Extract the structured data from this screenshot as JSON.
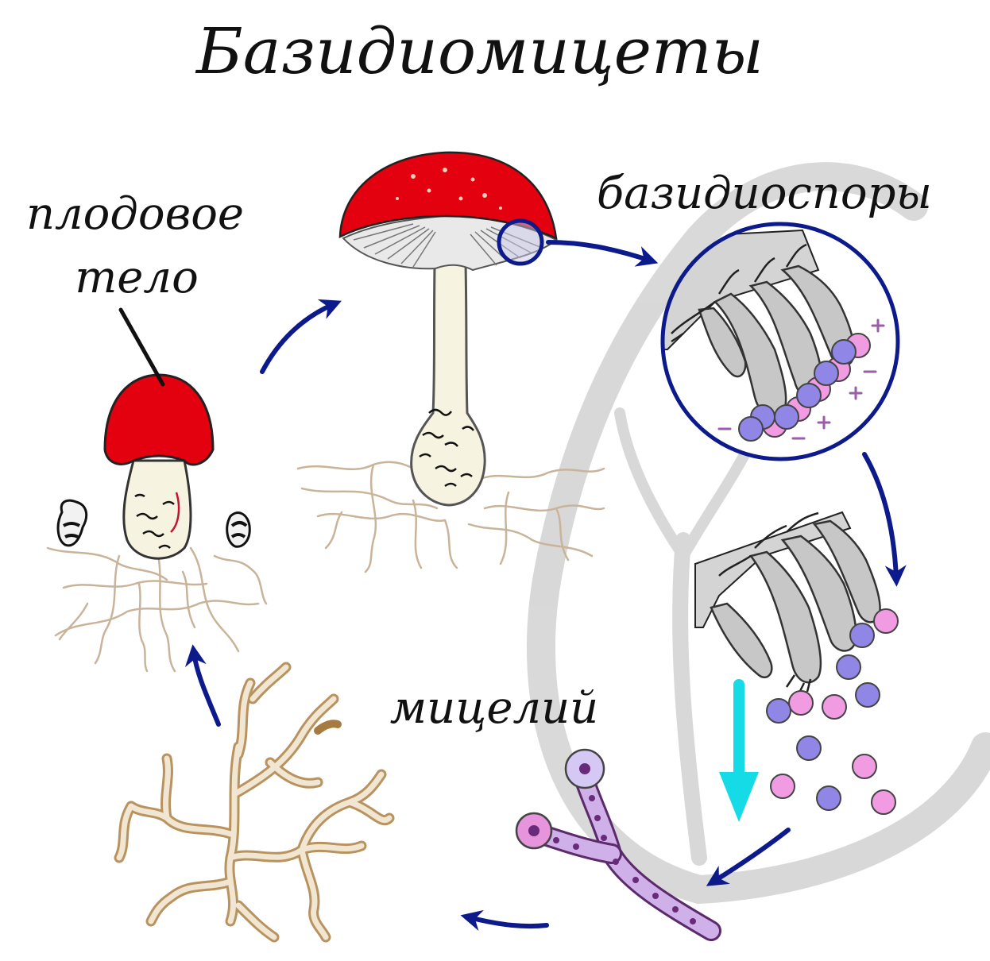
{
  "title": "Базидиомицеты",
  "labels": {
    "fruiting_body": [
      "плодовое",
      "тело"
    ],
    "basidiospores": "базидиоспоры",
    "mycelium": "мицелий"
  },
  "colors": {
    "cap_red": "#e3000f",
    "stem_cream": "#f6f3e0",
    "arrow_navy": "#0d1a8c",
    "arrow_cyan": "#15dbe6",
    "spore_pink": "#f19be3",
    "spore_lilac": "#8f86e6",
    "hypha_tan": "#c9ac83",
    "germ_purple": "#b68fe0",
    "watermark_gray": "#c9c9c9"
  },
  "icons": {
    "life_cycle_arrows": "arrow-icon",
    "spore_dispersal_arrow": "down-arrow-icon"
  }
}
